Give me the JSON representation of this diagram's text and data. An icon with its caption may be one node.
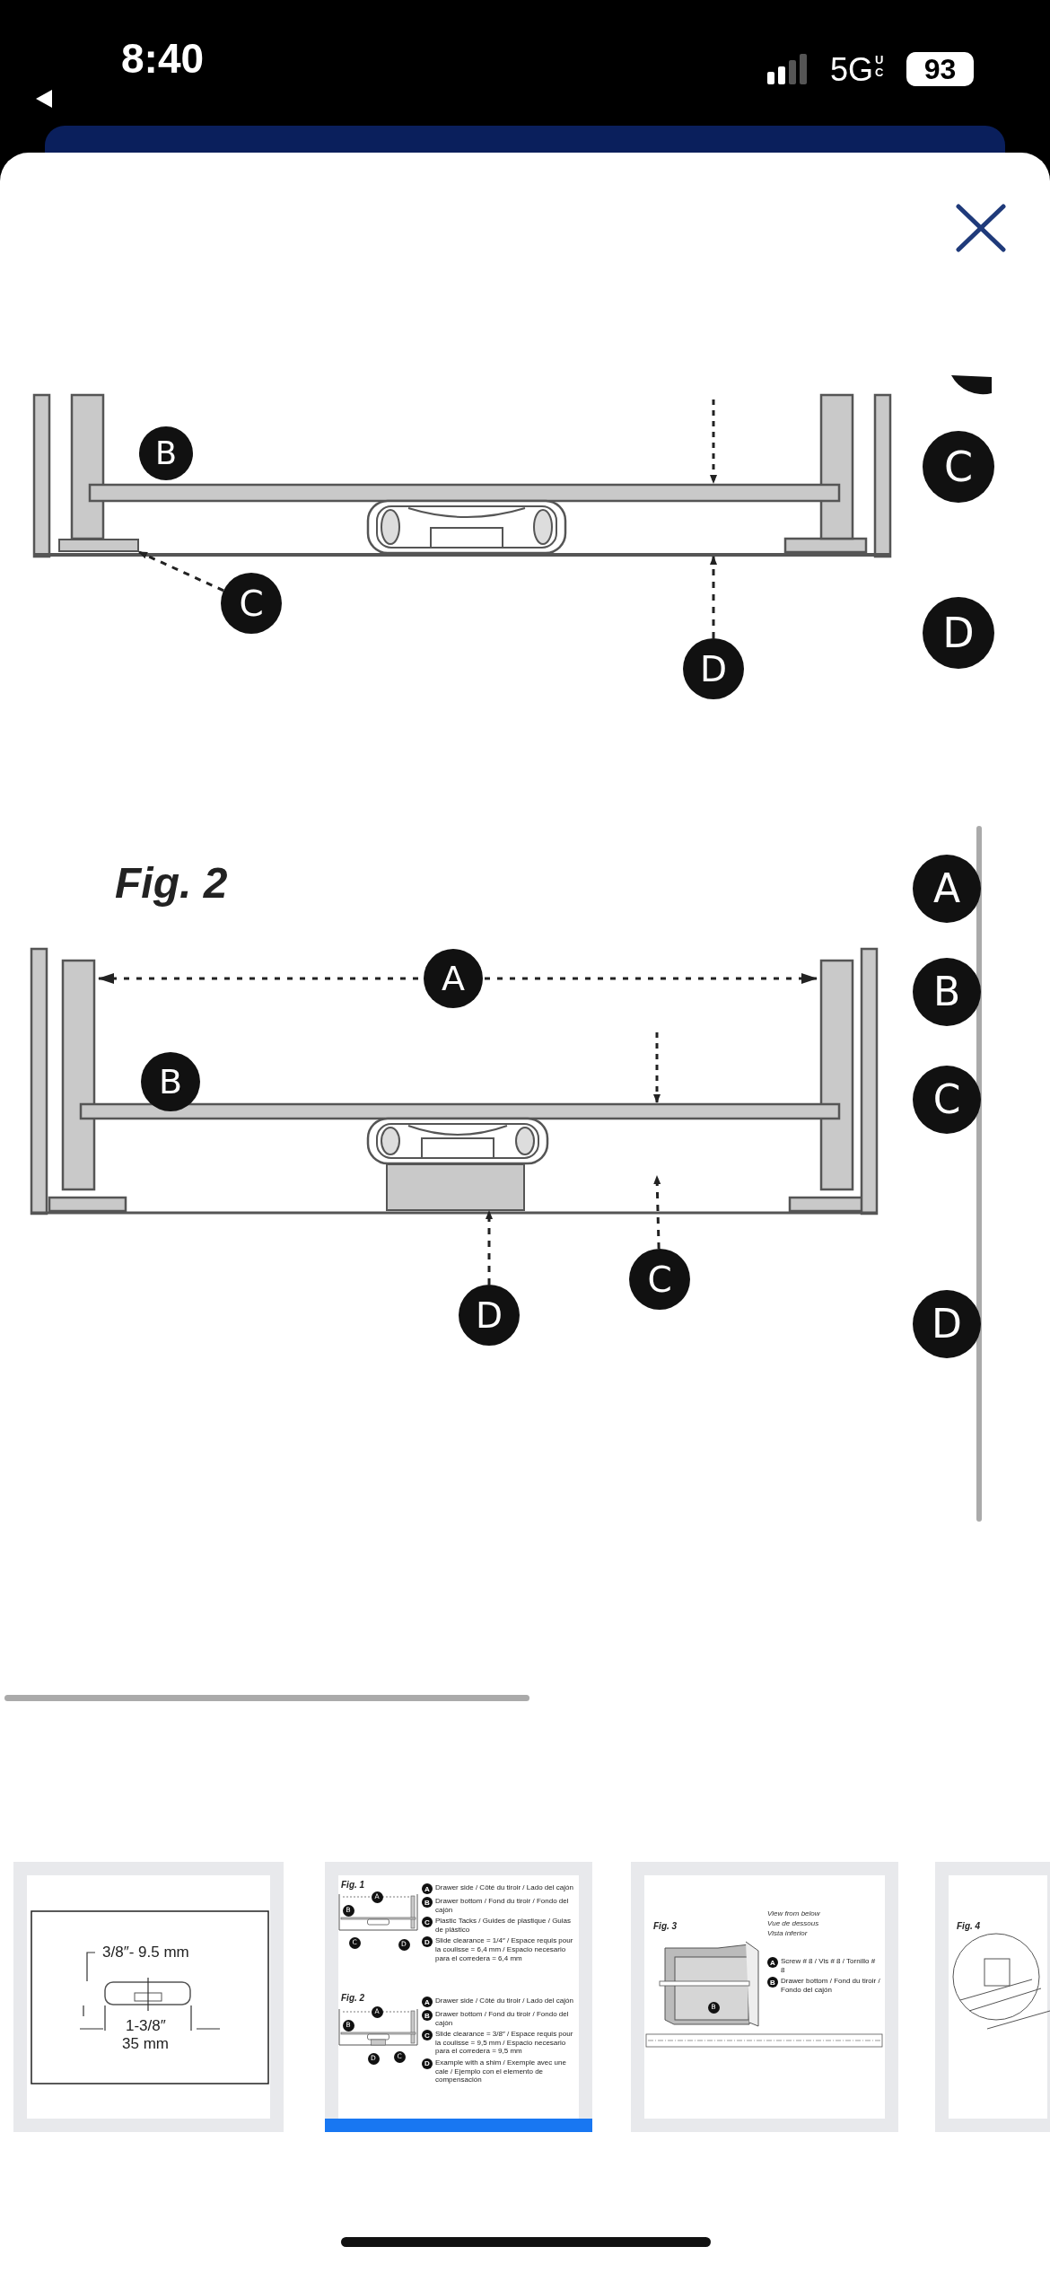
{
  "diagram": {
    "nodes": [
      {
        "text": [
          "B"
        ]
      },
      {
        "text": [
          "C"
        ]
      },
      {
        "text": [
          "C"
        ]
      },
      {
        "text": [],
        "shape": "box"
      },
      {
        "text": [
          "D"
        ]
      },
      {
        "text": [
          "D"
        ]
      },
      {
        "text": [
          "A"
        ]
      },
      {
        "text": [
          "A"
        ]
      },
      {
        "text": [
          "B"
        ]
      },
      {
        "text": [
          "B"
        ]
      },
      {
        "text": [
          "C"
        ]
      },
      {
        "text": [
          "D"
        ]
      },
      {
        "text": [],
        "shape": "box"
      },
      {
        "text": [
          "C"
        ]
      },
      {
        "text": [
          "D"
        ]
      },
      {
        "text": [],
        "shape": "bar"
      }
    ],
    "edges": [
      {
        "from": 2,
        "to": 3,
        "arrow": "to",
        "style": "dashed"
      },
      {
        "from": 5,
        "to": 15,
        "arrow": "to",
        "style": "dashed"
      },
      {
        "from": 11,
        "to": 12,
        "arrow": "to",
        "style": "dashed"
      },
      {
        "from": 13,
        "to": null,
        "arrow": "to",
        "style": "dashed"
      }
    ],
    "labels": [
      "8:40",
      "5G",
      "UC",
      "93",
      "Fig. 2",
      "3/8″- 9.5 mm",
      "1-3/8″",
      "35 mm",
      "Fig. 1",
      "A",
      "B",
      "C",
      "D",
      "A",
      "Drawer side / Côté du tiroir / Lado del cajón",
      "B",
      "Drawer bottom / Fond du tiroir / Fondo del cajón",
      "C",
      "Plastic Tacks / Guides de plastique / Guias de plástico",
      "D",
      "Slide clearance = 1/4″ / Espace requis pour la coulisse = 6,4 mm / Espacio necesario para el corredera = 6,4 mm",
      "Fig. 2",
      "A",
      "B",
      "D",
      "C",
      "A",
      "Drawer side / Côté du tiroir / Lado del cajón",
      "B",
      "Drawer bottom / Fond du tiroir / Fondo del cajón",
      "C",
      "Slide clearance = 3/8″ / Espace requis pour la coulisse = 9,5 mm / Espacio necesario para el corredera = 9,5 mm",
      "D",
      "Example with a shim / Exemple avec une cale / Ejemplo con el elemento de compensación",
      "Fig. 3",
      "View from below",
      "Vue de dessous",
      "Vista inferior",
      "A",
      "Screw # 8 / Vis # 8 / Tornillo # 8",
      "B",
      "Drawer bottom / Fond du tiroir / Fondo del cajón",
      "B",
      "Fig. 4"
    ]
  }
}
